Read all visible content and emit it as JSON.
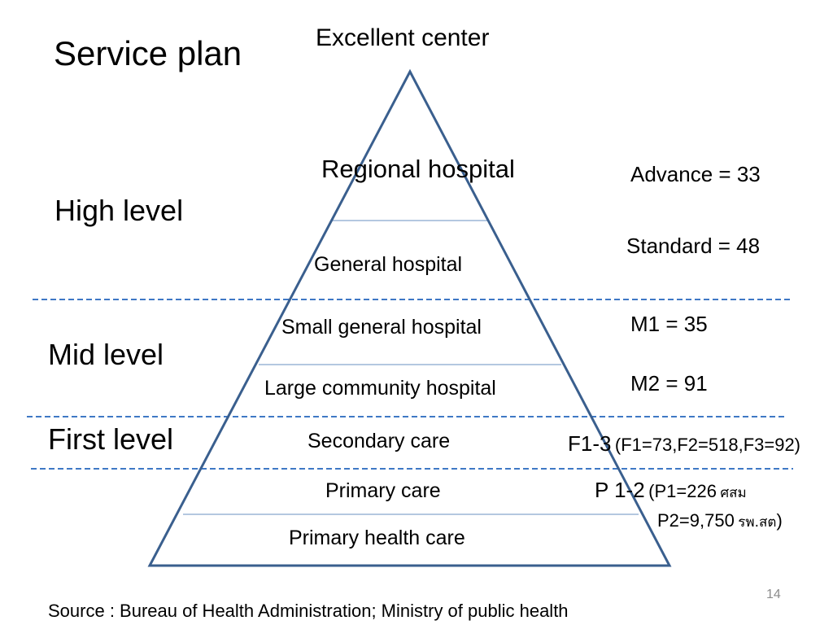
{
  "title": "Service plan",
  "apex_label": "Excellent center",
  "levels": {
    "high": "High level",
    "mid": "Mid level",
    "first": "First level"
  },
  "tiers": {
    "regional": "Regional hospital",
    "general": "General hospital",
    "small_general": "Small general hospital",
    "large_community": "Large community hospital",
    "secondary": "Secondary care",
    "primary": "Primary care",
    "primary_health": "Primary health care"
  },
  "stats": {
    "advance": "Advance = 33",
    "standard": "Standard = 48",
    "m1": "M1 = 35",
    "m2": "M2 = 91",
    "f_main": "F1-3",
    "f_detail": "(F1=73,F2=518,F3=92)",
    "p_main": "P 1-2",
    "p1_detail": "(P1=226",
    "p1_thai": "ศสม",
    "p2_detail": "P2=9,750",
    "p2_thai": "รพ.สต",
    "p2_close": ")"
  },
  "source": "Source : Bureau of Health Administration;  Ministry of public health",
  "page_number": "14",
  "colors": {
    "pyramid_outline": "#3a5f8e",
    "inner_divider": "#9bb5d6",
    "dashed_divider": "#3f78c5"
  }
}
